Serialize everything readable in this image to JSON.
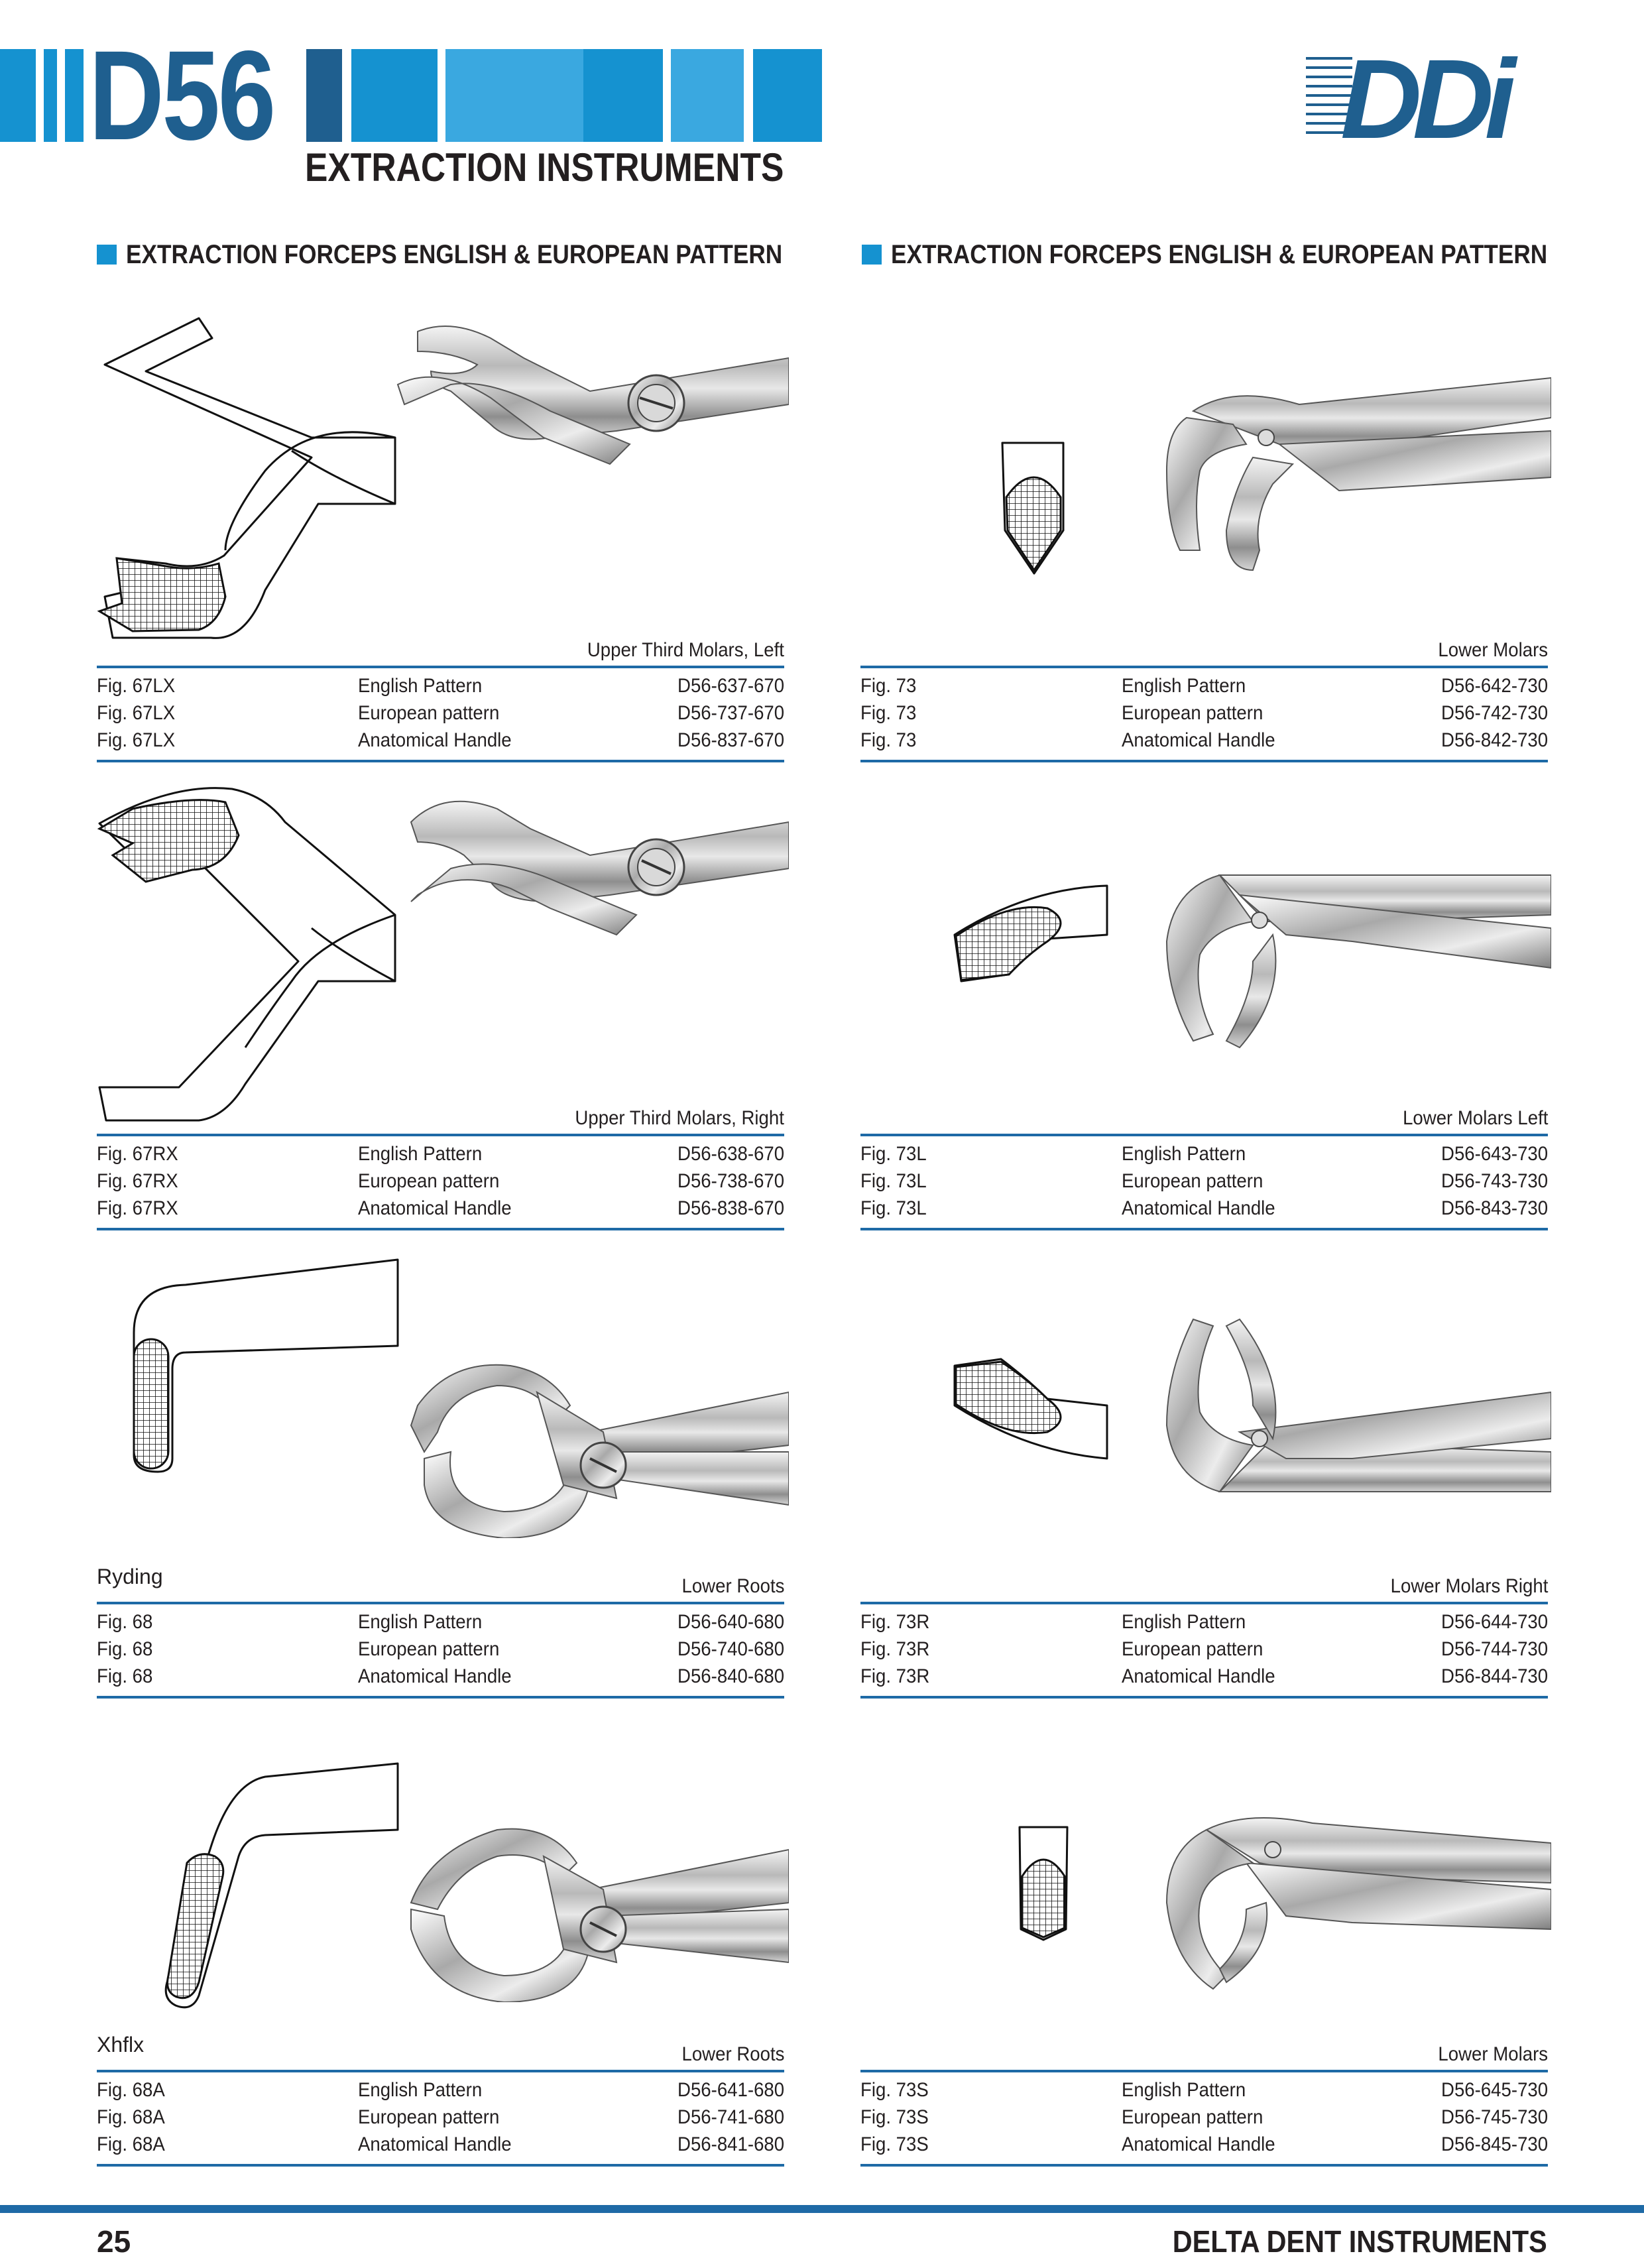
{
  "header": {
    "code": "D56",
    "subtitle": "EXTRACTION INSTRUMENTS",
    "logo_text": "DDi",
    "accent_color": "#1592d0",
    "dark_color": "#1f5f8f"
  },
  "sections": [
    {
      "title": "EXTRACTION FORCEPS ENGLISH & EUROPEAN PATTERN"
    },
    {
      "title": "EXTRACTION FORCEPS ENGLISH & EUROPEAN PATTERN"
    }
  ],
  "left_items": [
    {
      "name": "",
      "caption": "Upper Third Molars, Left",
      "rows": [
        {
          "fig": "Fig. 67LX",
          "pattern": "English Pattern",
          "code": "D56-637-670"
        },
        {
          "fig": "Fig. 67LX",
          "pattern": "European pattern",
          "code": "D56-737-670"
        },
        {
          "fig": "Fig. 67LX",
          "pattern": "Anatomical Handle",
          "code": "D56-837-670"
        }
      ]
    },
    {
      "name": "",
      "caption": "Upper Third Molars, Right",
      "rows": [
        {
          "fig": "Fig. 67RX",
          "pattern": "English Pattern",
          "code": "D56-638-670"
        },
        {
          "fig": "Fig. 67RX",
          "pattern": "European pattern",
          "code": "D56-738-670"
        },
        {
          "fig": "Fig. 67RX",
          "pattern": "Anatomical Handle",
          "code": "D56-838-670"
        }
      ]
    },
    {
      "name": "Ryding",
      "caption": "Lower Roots",
      "rows": [
        {
          "fig": "Fig. 68",
          "pattern": "English Pattern",
          "code": "D56-640-680"
        },
        {
          "fig": "Fig. 68",
          "pattern": "European pattern",
          "code": "D56-740-680"
        },
        {
          "fig": "Fig. 68",
          "pattern": "Anatomical Handle",
          "code": "D56-840-680"
        }
      ]
    },
    {
      "name": "Xhflx",
      "caption": "Lower Roots",
      "rows": [
        {
          "fig": "Fig. 68A",
          "pattern": "English Pattern",
          "code": "D56-641-680"
        },
        {
          "fig": "Fig. 68A",
          "pattern": "European pattern",
          "code": "D56-741-680"
        },
        {
          "fig": "Fig. 68A",
          "pattern": "Anatomical Handle",
          "code": "D56-841-680"
        }
      ]
    }
  ],
  "right_items": [
    {
      "name": "",
      "caption": "Lower Molars",
      "rows": [
        {
          "fig": "Fig. 73",
          "pattern": "English Pattern",
          "code": "D56-642-730"
        },
        {
          "fig": "Fig. 73",
          "pattern": "European pattern",
          "code": "D56-742-730"
        },
        {
          "fig": "Fig. 73",
          "pattern": "Anatomical Handle",
          "code": "D56-842-730"
        }
      ]
    },
    {
      "name": "",
      "caption": "Lower Molars Left",
      "rows": [
        {
          "fig": "Fig. 73L",
          "pattern": "English Pattern",
          "code": "D56-643-730"
        },
        {
          "fig": "Fig. 73L",
          "pattern": "European pattern",
          "code": "D56-743-730"
        },
        {
          "fig": "Fig. 73L",
          "pattern": "Anatomical Handle",
          "code": "D56-843-730"
        }
      ]
    },
    {
      "name": "",
      "caption": "Lower Molars Right",
      "rows": [
        {
          "fig": "Fig. 73R",
          "pattern": "English Pattern",
          "code": "D56-644-730"
        },
        {
          "fig": "Fig. 73R",
          "pattern": "European pattern",
          "code": "D56-744-730"
        },
        {
          "fig": "Fig. 73R",
          "pattern": "Anatomical Handle",
          "code": "D56-844-730"
        }
      ]
    },
    {
      "name": "",
      "caption": "Lower Molars",
      "rows": [
        {
          "fig": "Fig. 73S",
          "pattern": "English Pattern",
          "code": "D56-645-730"
        },
        {
          "fig": "Fig. 73S",
          "pattern": "European pattern",
          "code": "D56-745-730"
        },
        {
          "fig": "Fig. 73S",
          "pattern": "Anatomical Handle",
          "code": "D56-845-730"
        }
      ]
    }
  ],
  "footer": {
    "page_number": "25",
    "company": "DELTA DENT INSTRUMENTS"
  }
}
